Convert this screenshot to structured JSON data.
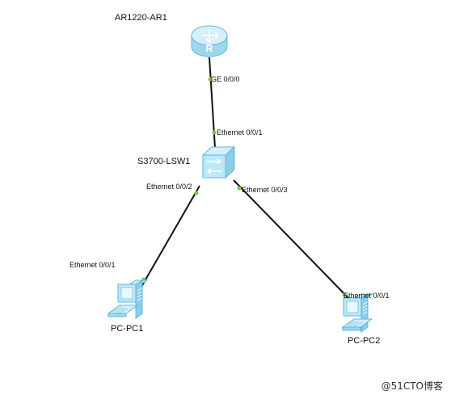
{
  "devices": {
    "router": {
      "name": "AR1220-AR1",
      "icon": "router-icon"
    },
    "switch": {
      "name": "S3700-LSW1",
      "icon": "switch-icon"
    },
    "pc1": {
      "name": "PC-PC1",
      "icon": "pc-icon"
    },
    "pc2": {
      "name": "PC-PC2",
      "icon": "pc-icon"
    }
  },
  "links": [
    {
      "name": "router-switch-link",
      "a_port": "GE 0/0/0",
      "b_port": "Ethernet 0/0/1"
    },
    {
      "name": "switch-pc1-link",
      "a_port": "Ethernet 0/0/2",
      "b_port": "Ethernet 0/0/1"
    },
    {
      "name": "switch-pc2-link",
      "a_port": "Ethernet 0/0/3",
      "b_port": "Ethernet 0/0/1"
    }
  ],
  "watermark": "@51CTO博客",
  "colors": {
    "link": "#111111",
    "port_dot": "#7ac943",
    "device_fill": "#bfe8f7",
    "device_stroke": "#5bb8dc"
  }
}
